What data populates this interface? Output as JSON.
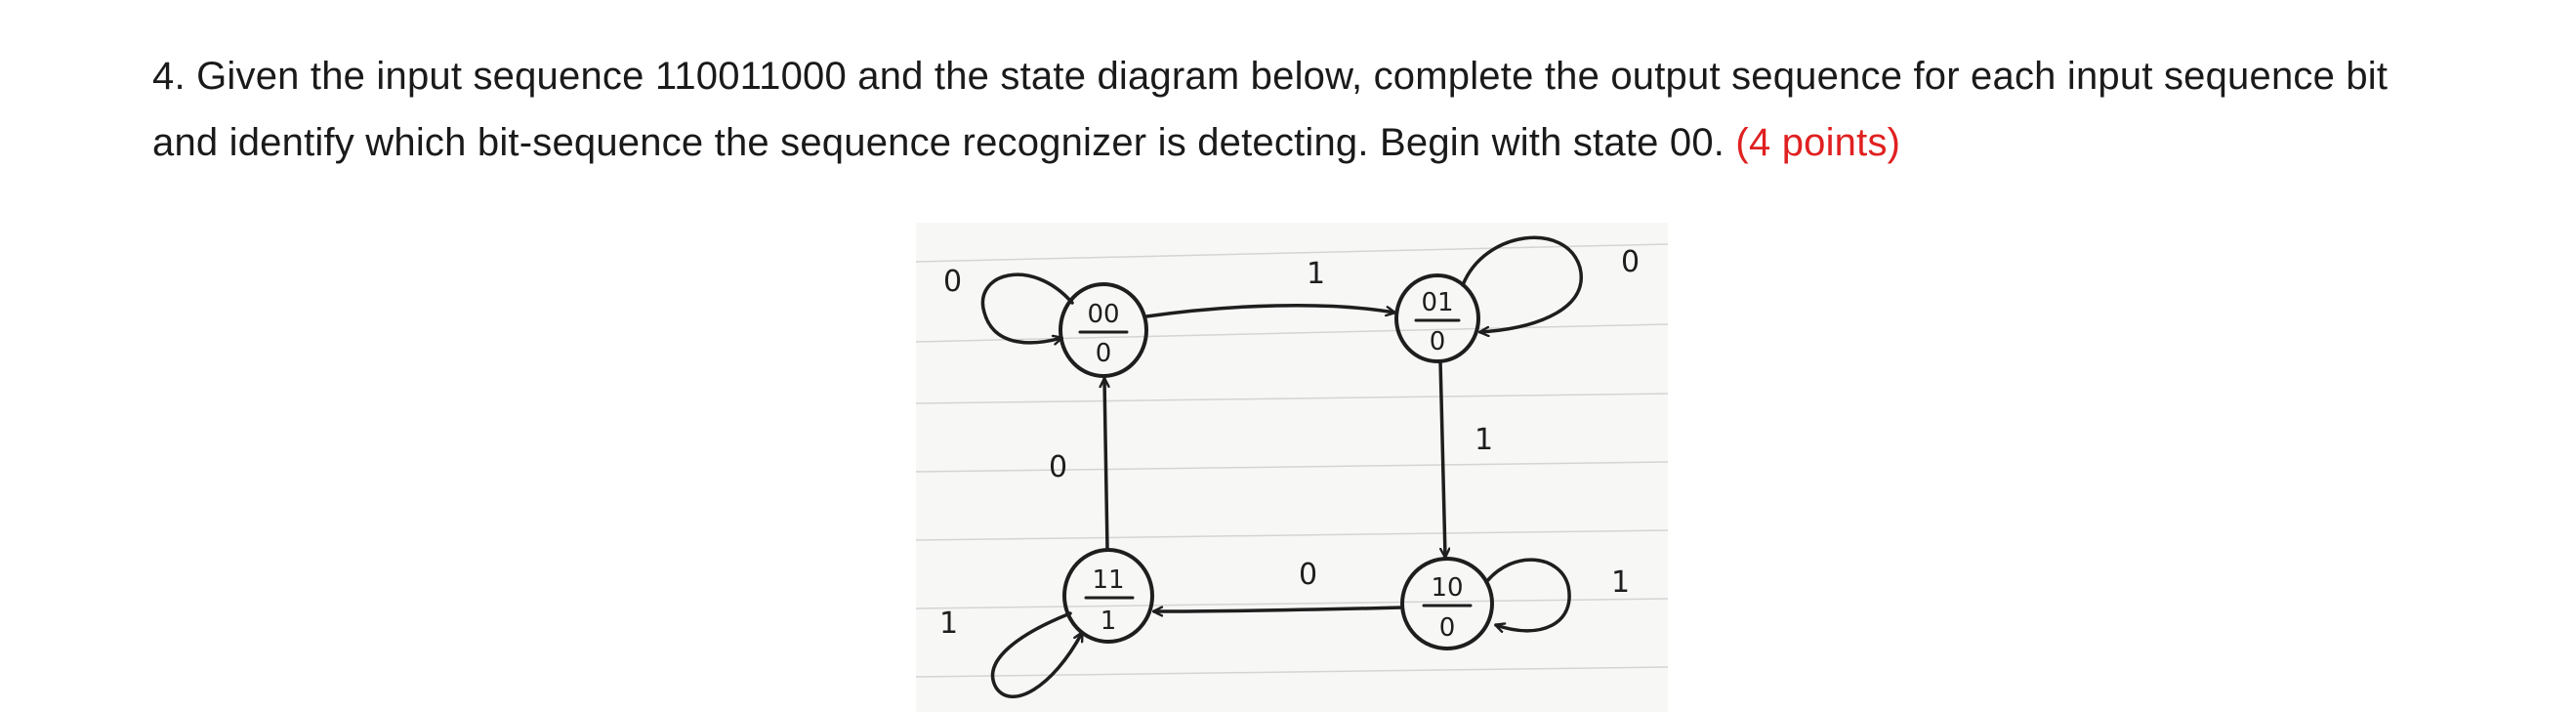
{
  "question": {
    "number": "4.",
    "text": "Given the input sequence 110011000 and the state diagram below, complete the output sequence for each input sequence bit and identify which bit-sequence the sequence recognizer is detecting. Begin with state 00.",
    "points": "(4 points)"
  },
  "diagram": {
    "states": [
      {
        "id": "s00",
        "code": "00",
        "output": "0"
      },
      {
        "id": "s01",
        "code": "01",
        "output": "0"
      },
      {
        "id": "s10",
        "code": "10",
        "output": "0"
      },
      {
        "id": "s11",
        "code": "11",
        "output": "1"
      }
    ],
    "transitions": [
      {
        "id": "t00-self",
        "label": "0"
      },
      {
        "id": "t00-01",
        "label": "1"
      },
      {
        "id": "t01-self",
        "label": "0"
      },
      {
        "id": "t01-10",
        "label": "1"
      },
      {
        "id": "t10-self",
        "label": "1"
      },
      {
        "id": "t10-11",
        "label": "0"
      },
      {
        "id": "t11-00",
        "label": "0"
      },
      {
        "id": "t11-self",
        "label": "1"
      }
    ]
  }
}
